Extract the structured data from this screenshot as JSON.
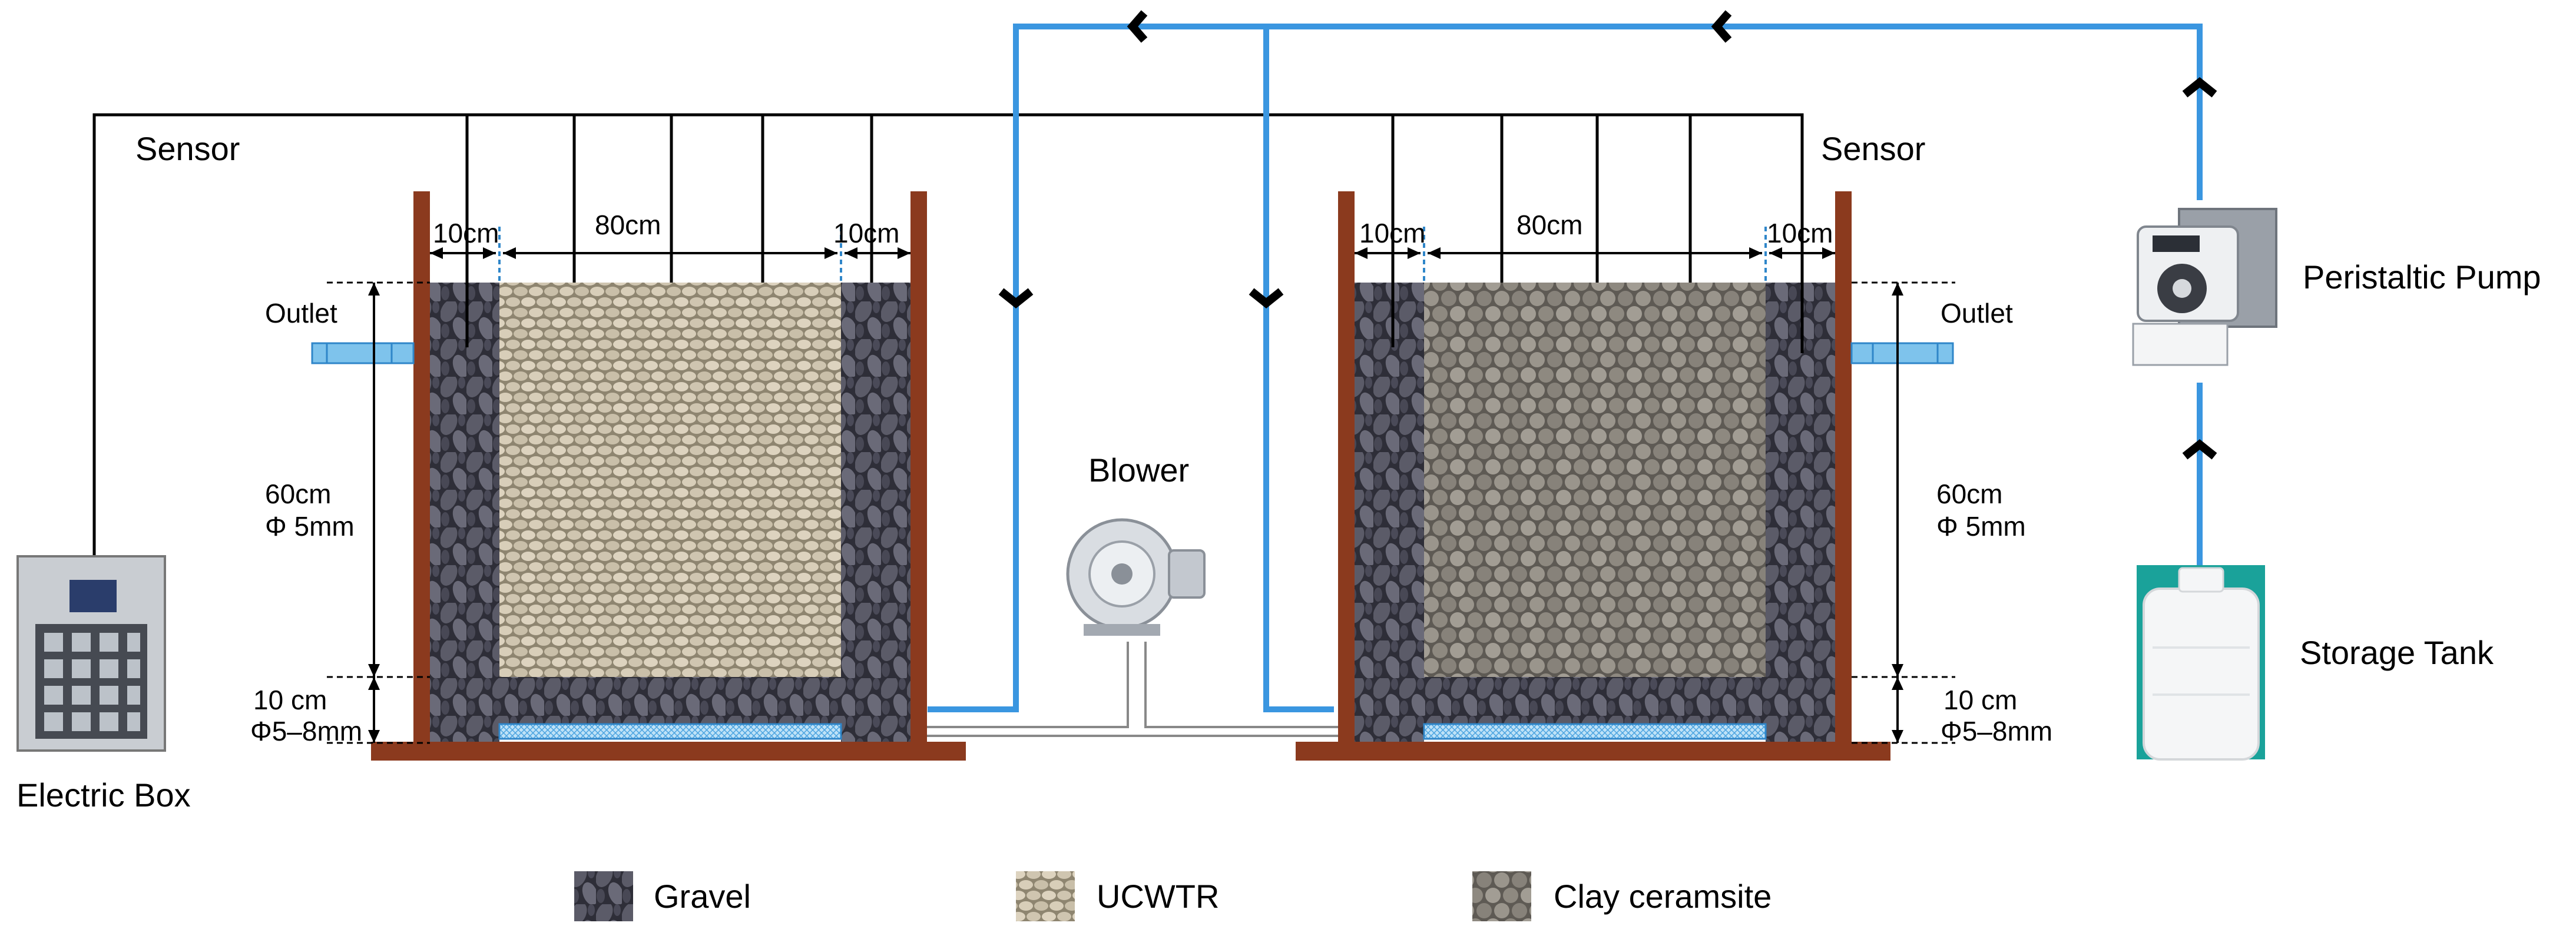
{
  "labels": {
    "sensor_left": "Sensor",
    "sensor_right": "Sensor",
    "electric_box": "Electric Box",
    "blower": "Blower",
    "peristaltic_pump": "Peristaltic Pump",
    "storage_tank": "Storage Tank",
    "outlet_left": "Outlet",
    "outlet_right": "Outlet"
  },
  "dimensions": {
    "left": {
      "gravel_width_left": "10cm",
      "media_width": "80cm",
      "gravel_width_right": "10cm",
      "main_depth": "60cm",
      "main_size": "Φ 5mm",
      "base_depth": "10 cm",
      "base_size": "Φ5–8mm"
    },
    "right": {
      "gravel_width_left": "10cm",
      "media_width": "80cm",
      "gravel_width_right": "10cm",
      "main_depth": "60cm",
      "main_size": "Φ 5mm",
      "base_depth": "10 cm",
      "base_size": "Φ5–8mm"
    }
  },
  "legend": [
    {
      "label": "Gravel",
      "color": "#3a3a46"
    },
    {
      "label": "UCWTR",
      "color": "#c7bca5"
    },
    {
      "label": "Clay ceramsite",
      "color": "#8a857c"
    }
  ],
  "colors": {
    "pipe": "#3a96e0",
    "tank_wall": "#8b3a1e",
    "wire": "#000000",
    "outlet": "#7ec3ec",
    "aerator": "#5fb3e8"
  }
}
